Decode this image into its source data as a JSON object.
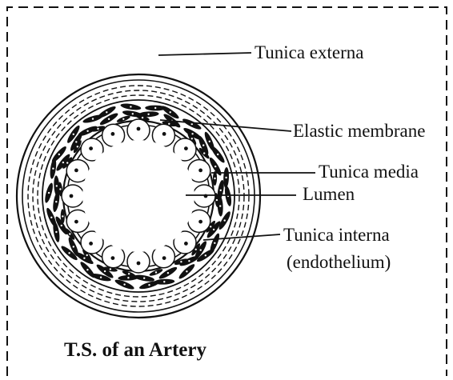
{
  "labels": {
    "tunica_externa": "Tunica externa",
    "elastic_membrane": "Elastic membrane",
    "tunica_media": "Tunica media",
    "lumen": "Lumen",
    "tunica_interna": "Tunica interna",
    "endothelium": "(endothelium)"
  },
  "caption": "T.S. of an Artery",
  "colors": {
    "ink": "#111111",
    "background": "#ffffff"
  },
  "border_style": "dashed"
}
